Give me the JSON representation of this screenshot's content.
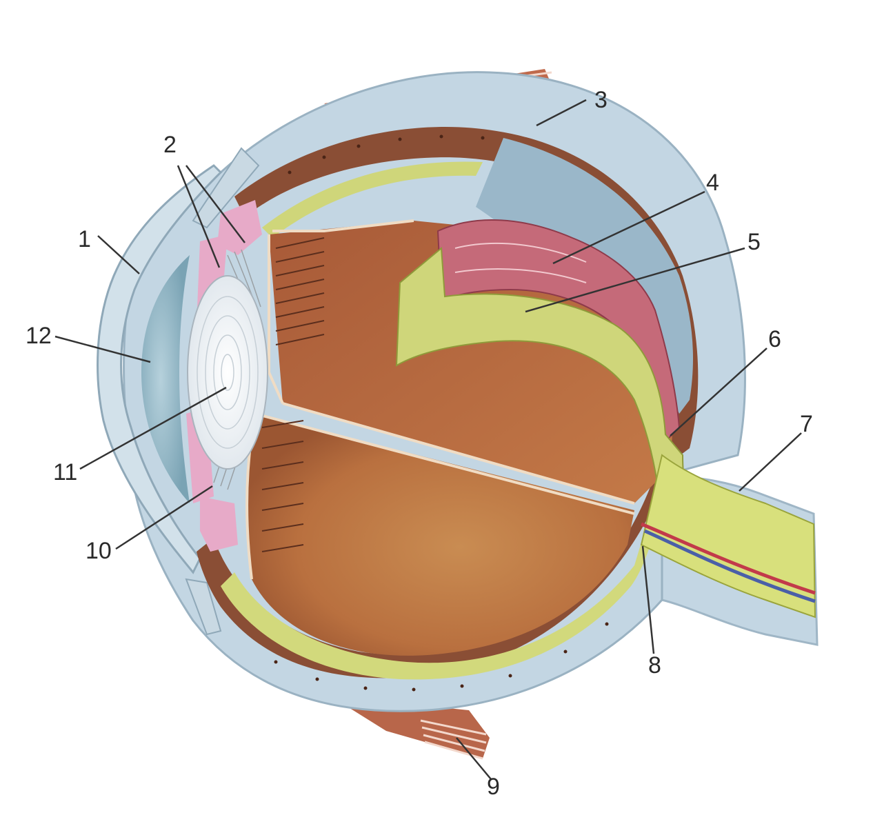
{
  "diagram": {
    "subject": "eyeball-cross-section",
    "colors": {
      "sclera": "#c3d6e3",
      "choroid": "#8a4e35",
      "retina": "#cfd67a",
      "vitreous": "#c9844d",
      "lens": "#f0f3f6",
      "ciliary": "#e4a9c6",
      "muscle": "#b8664a",
      "optic_nerve": "#d8e07c",
      "detached_retina": "#c76a78",
      "cornea_chamber": "#8fb3c2"
    },
    "callouts": [
      {
        "id": "c1",
        "label": "1"
      },
      {
        "id": "c2",
        "label": "2"
      },
      {
        "id": "c3",
        "label": "3"
      },
      {
        "id": "c4",
        "label": "4"
      },
      {
        "id": "c5",
        "label": "5"
      },
      {
        "id": "c6",
        "label": "6"
      },
      {
        "id": "c7",
        "label": "7"
      },
      {
        "id": "c8",
        "label": "8"
      },
      {
        "id": "c9",
        "label": "9"
      },
      {
        "id": "c10",
        "label": "10"
      },
      {
        "id": "c11",
        "label": "11"
      },
      {
        "id": "c12",
        "label": "12"
      }
    ]
  }
}
